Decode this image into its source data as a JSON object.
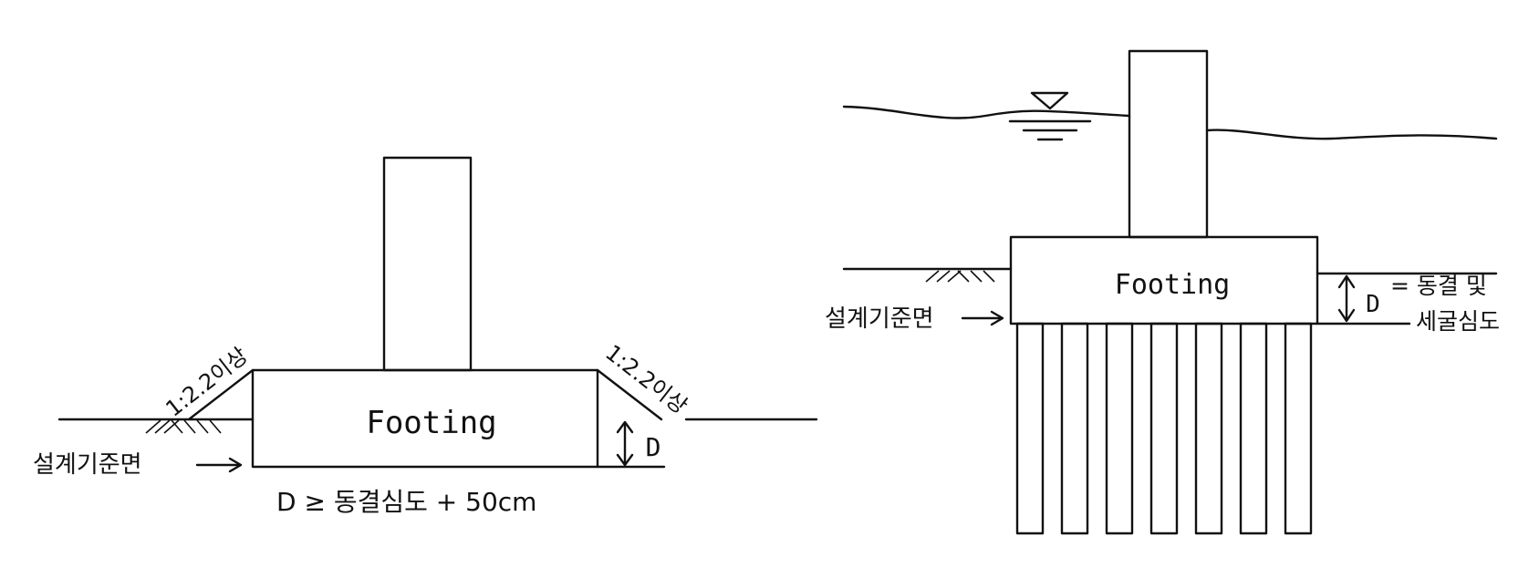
{
  "left": {
    "footing_label": "Footing",
    "slope_left": "1:2.2이상",
    "slope_right": "1:2.2이상",
    "depth_symbol": "D",
    "datum_label": "설계기준면",
    "depth_formula": "D ≥ 동결심도 + 50cm"
  },
  "right": {
    "footing_label": "Footing",
    "depth_symbol": "D",
    "depth_desc_line1": "= 동결 및",
    "depth_desc_line2": "세굴심도",
    "datum_label": "설계기준면",
    "pile_count": 7
  }
}
